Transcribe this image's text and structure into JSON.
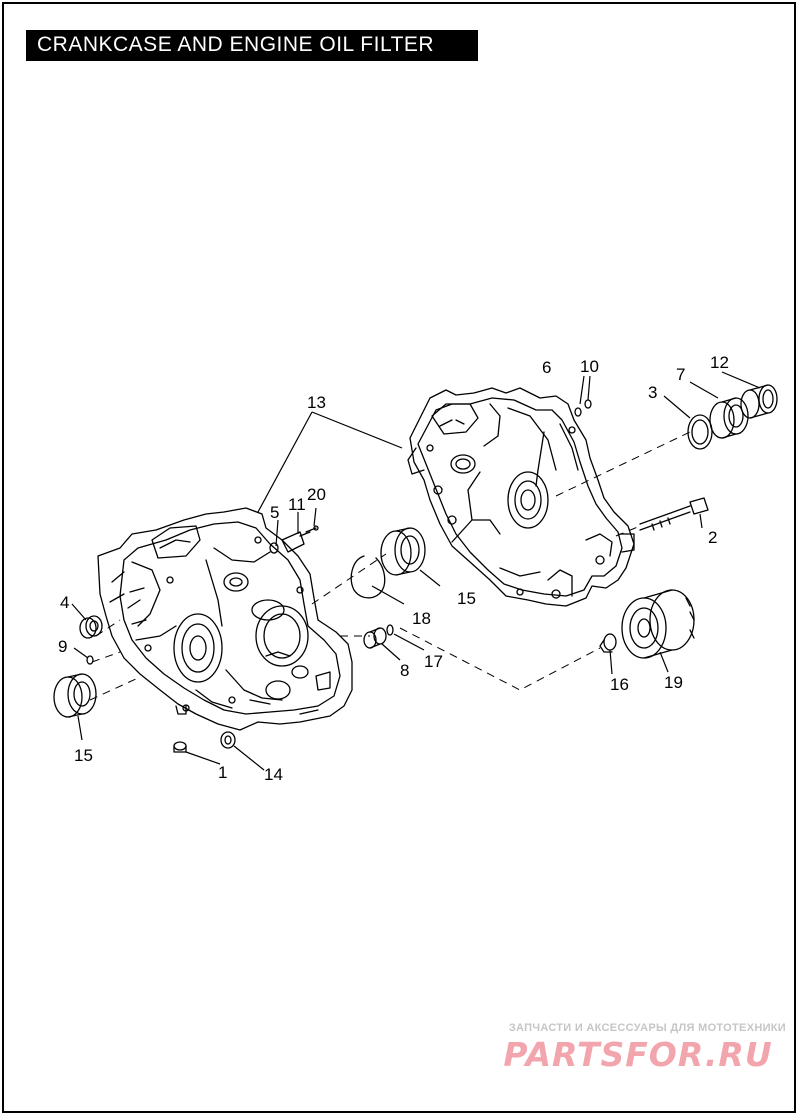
{
  "page": {
    "title": "CRANKCASE AND ENGINE OIL FILTER"
  },
  "callouts": [
    "13",
    "6",
    "10",
    "12",
    "7",
    "3",
    "5",
    "11",
    "20",
    "2",
    "4",
    "9",
    "15",
    "18",
    "15",
    "17",
    "8",
    "16",
    "19",
    "1",
    "14"
  ],
  "watermark": {
    "tagline": "ЗАПЧАСТИ И АКСЕССУАРЫ ДЛЯ МОТОТЕХНИКИ",
    "logo": "PARTSFOR.RU",
    "tagline_color": "#c6c6c6",
    "logo_color": "#f3a5ad"
  },
  "colors": {
    "line": "#000000",
    "background": "#ffffff"
  }
}
